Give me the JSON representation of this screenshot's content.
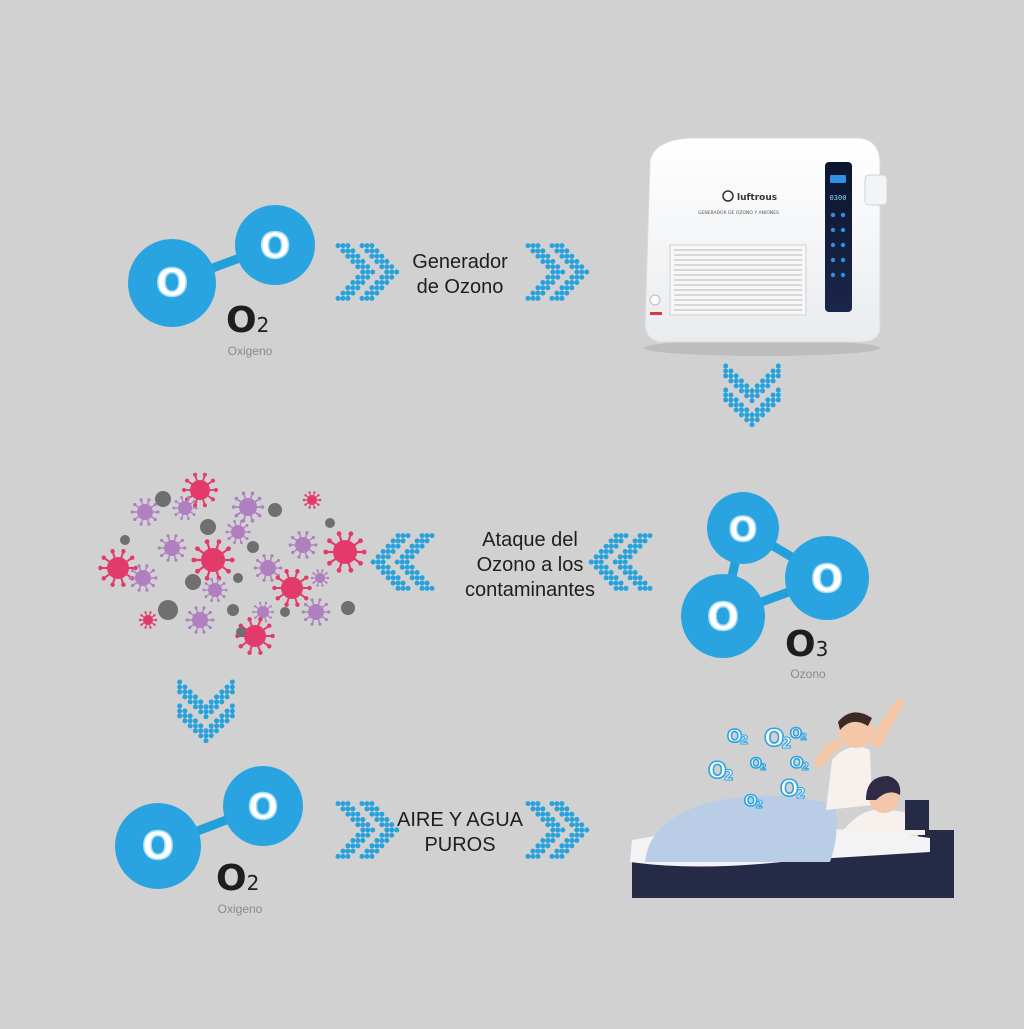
{
  "colors": {
    "background": "#d1d1d1",
    "molecule_fill": "#2aa4e0",
    "molecule_ring": "#9fdcf6",
    "molecule_bond": "#23a0d9",
    "arrow_dots": "#28a2dd",
    "pathogen_red": "#e23a6a",
    "pathogen_purple": "#b07fc0",
    "particle_gray": "#6f6f6f",
    "bed_frame": "#252a47",
    "sheet": "#b9cde6"
  },
  "steps": {
    "oxygen_top": {
      "formula": "O",
      "subscript": "2",
      "caption": "Oxigeno",
      "atom_letter": "O"
    },
    "generator_label": {
      "line1": "Generador",
      "line2": "de Ozono"
    },
    "device": {
      "brand": "luftrous",
      "panel_text": "GENERADOR DE OZONO Y ANIONES",
      "display": "0300",
      "icon": "ozone-generator-icon"
    },
    "attack_label": {
      "line1": "Ataque del",
      "line2": "Ozono a los",
      "line3": "contaminantes"
    },
    "ozone": {
      "formula": "O",
      "subscript": "3",
      "caption": "Ozono",
      "atom_letter": "O"
    },
    "oxygen_bottom": {
      "formula": "O",
      "subscript": "2",
      "caption": "Oxigeno",
      "atom_letter": "O"
    },
    "result_label": {
      "line1": "AIRE Y AGUA",
      "line2": "PUROS"
    },
    "bedroom": {
      "icon": "sleeping-couple-icon",
      "bubble_letter": "O",
      "bubble_subscript": "2"
    }
  }
}
